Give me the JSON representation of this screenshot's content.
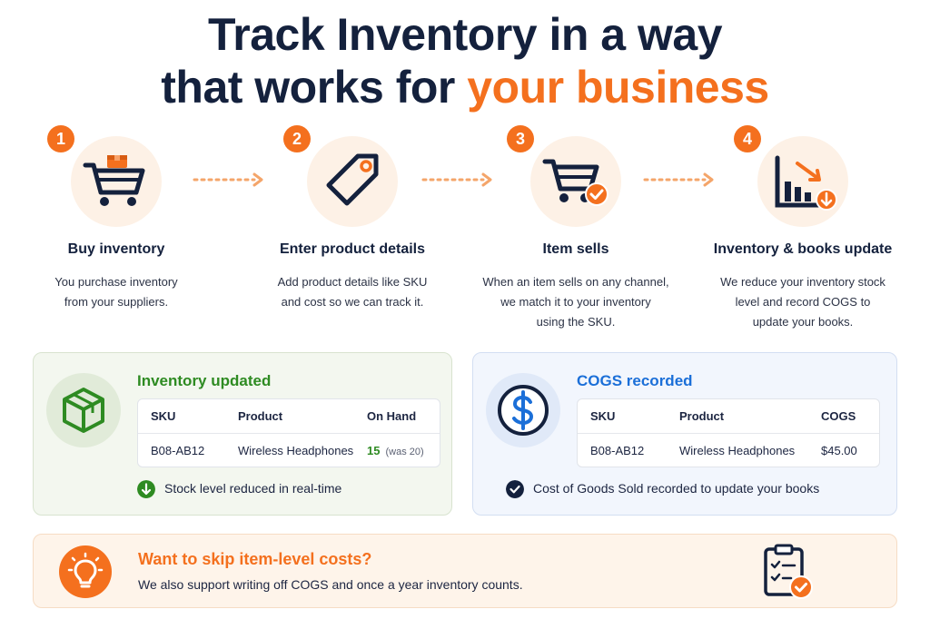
{
  "heading": {
    "line1": "Track Inventory in a way",
    "line2_prefix": "that works for ",
    "line2_accent": "your business"
  },
  "steps": [
    {
      "num": "1",
      "title": "Buy inventory",
      "desc1": "You purchase inventory",
      "desc2": "from your suppliers.",
      "desc3": "",
      "icon": "cart-box-icon"
    },
    {
      "num": "2",
      "title": "Enter product details",
      "desc1": "Add product details like SKU",
      "desc2": "and cost so we can track it.",
      "desc3": "",
      "icon": "price-tag-icon"
    },
    {
      "num": "3",
      "title": "Item sells",
      "desc1": "When an item sells on any channel,",
      "desc2": "we match it to your inventory",
      "desc3": "using the SKU.",
      "icon": "cart-check-icon"
    },
    {
      "num": "4",
      "title": "Inventory & books update",
      "desc1": "We reduce your inventory stock",
      "desc2": "level and record COGS to",
      "desc3": "update your books.",
      "icon": "chart-down-icon"
    }
  ],
  "inventory_panel": {
    "title": "Inventory updated",
    "headers": [
      "SKU",
      "Product",
      "On Hand"
    ],
    "row": {
      "sku": "B08-AB12",
      "product": "Wireless Headphones",
      "on_hand": "15",
      "was": "(was 20)"
    },
    "footer": "Stock level reduced in real-time"
  },
  "cogs_panel": {
    "title": "COGS recorded",
    "headers": [
      "SKU",
      "Product",
      "COGS"
    ],
    "row": {
      "sku": "B08-AB12",
      "product": "Wireless Headphones",
      "cogs": "$45.00"
    },
    "footer": "Cost of Goods Sold recorded to update your books"
  },
  "tip": {
    "title": "Want to skip item-level costs?",
    "desc": "We also support writing off COGS and once a year inventory counts."
  },
  "colors": {
    "accent": "#f4701e",
    "navy": "#14213d",
    "green": "#2e8b22",
    "blue": "#1b6fd8"
  }
}
